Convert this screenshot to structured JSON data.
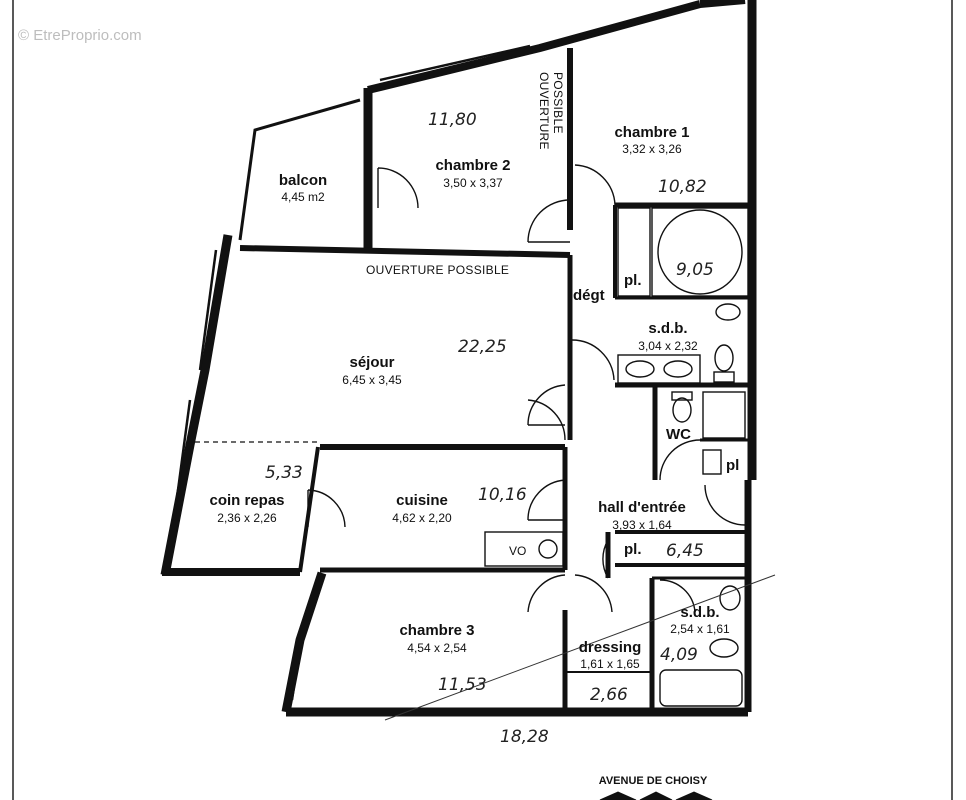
{
  "watermark": "© EtreProprio.com",
  "notes": {
    "ouverture_vertical_1": "OUVERTURE",
    "ouverture_vertical_2": "POSSIBLE",
    "ouverture_horizontal": "OUVERTURE POSSIBLE"
  },
  "rooms": {
    "balcon": {
      "name": "balcon",
      "dim": "4,45 m2"
    },
    "chambre2": {
      "name": "chambre 2",
      "dim": "3,50 x 3,37",
      "area": "11,80"
    },
    "chambre1": {
      "name": "chambre 1",
      "dim": "3,32 x 3,26",
      "area": "10,82"
    },
    "degt": {
      "name": "dégt"
    },
    "pl_top": {
      "name": "pl.",
      "area": "9,05"
    },
    "sdb1": {
      "name": "s.d.b.",
      "dim": "3,04 x 2,32"
    },
    "sejour": {
      "name": "séjour",
      "dim": "6,45 x 3,45",
      "area": "22,25"
    },
    "wc": {
      "name": "WC"
    },
    "pl_wc": {
      "name": "pl"
    },
    "coin_repas": {
      "name": "coin repas",
      "dim": "2,36 x 2,26",
      "area": "5,33"
    },
    "cuisine": {
      "name": "cuisine",
      "dim": "4,62 x 2,20",
      "area": "10,16"
    },
    "vo": {
      "name": "VO"
    },
    "hall": {
      "name": "hall d'entrée",
      "dim": "3,93 x 1,64"
    },
    "pl_hall": {
      "name": "pl.",
      "area": "6,45"
    },
    "chambre3": {
      "name": "chambre 3",
      "dim": "4,54 x 2,54",
      "area": "11,53"
    },
    "dressing": {
      "name": "dressing",
      "dim": "1,61 x 1,65",
      "area": "2,66"
    },
    "sdb2": {
      "name": "s.d.b.",
      "dim": "2,54 x 1,61",
      "area": "4,09"
    }
  },
  "annotations": {
    "bottom_total": "18,28"
  },
  "street": "AVENUE DE CHOISY"
}
